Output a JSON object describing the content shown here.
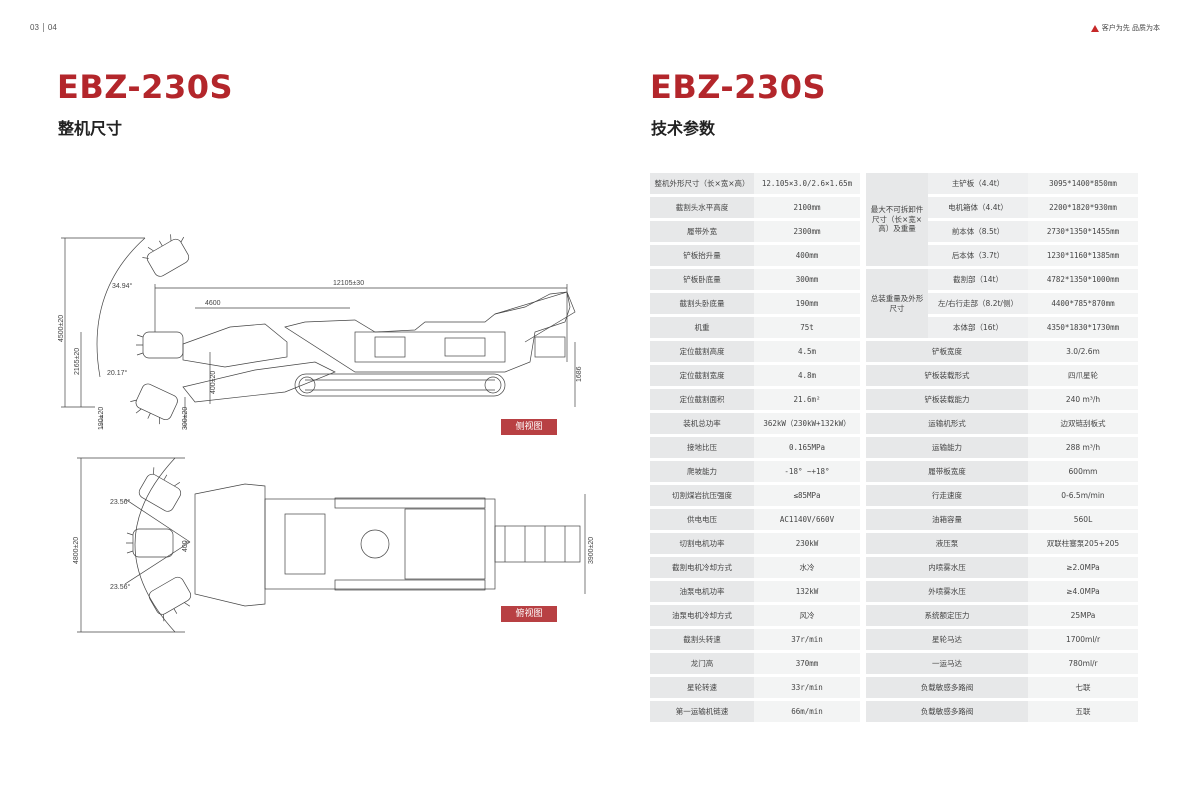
{
  "header": {
    "page_left": "03",
    "page_right": "04",
    "slogan": "客户为先 品质为本"
  },
  "left": {
    "model": "EBZ-230S",
    "subtitle": "整机尺寸",
    "side_view_label": "侧视图",
    "top_view_label": "俯视图",
    "dims": {
      "angle_top": "34.94°",
      "length": "12105±30",
      "boom": "4600",
      "height_total": "4500±20",
      "height_mid": "2165±20",
      "angle_low": "20.17°",
      "h400": "400±20",
      "h190": "190±20",
      "h300": "300±20",
      "h1686": "1686",
      "angle_tv1": "23.56°",
      "angle_tv2": "23.56°",
      "width_total": "4800±20",
      "w400": "400",
      "w3900": "3900±20"
    }
  },
  "right": {
    "model": "EBZ-230S",
    "subtitle": "技术参数",
    "group1": "最大不可拆卸件尺寸（长×宽×高）及重量",
    "group2": "总装重量及外形尺寸",
    "rows_top": [
      {
        "label": "整机外形尺寸（长×宽×高）",
        "value": "12.105×3.0/2.6×1.65m",
        "sub": "主铲板（4.4t）",
        "sval": "3095*1400*850mm"
      },
      {
        "label": "截割头水平高度",
        "value": "2100mm",
        "sub": "电机箱体（4.4t）",
        "sval": "2200*1820*930mm"
      },
      {
        "label": "履带外宽",
        "value": "2300mm",
        "sub": "前本体（8.5t）",
        "sval": "2730*1350*1455mm"
      },
      {
        "label": "铲板抬升量",
        "value": "400mm",
        "sub": "后本体（3.7t）",
        "sval": "1230*1160*1385mm"
      },
      {
        "label": "铲板卧底量",
        "value": "300mm",
        "sub": "截割部（14t）",
        "sval": "4782*1350*1000mm"
      },
      {
        "label": "截割头卧底量",
        "value": "190mm",
        "sub": "左/右行走部（8.2t/侧）",
        "sval": "4400*785*870mm"
      },
      {
        "label": "机重",
        "value": "75t",
        "sub": "本体部（16t）",
        "sval": "4350*1830*1730mm"
      }
    ],
    "rows_bottom": [
      {
        "label": "定位截割高度",
        "value": "4.5m",
        "label2": "铲板宽度",
        "value2": "3.0/2.6m"
      },
      {
        "label": "定位截割宽度",
        "value": "4.8m",
        "label2": "铲板装载形式",
        "value2": "四爪星轮"
      },
      {
        "label": "定位截割面积",
        "value": "21.6m²",
        "label2": "铲板装载能力",
        "value2": "240 m³/h"
      },
      {
        "label": "装机总功率",
        "value": "362kW（230kW+132kW）",
        "label2": "运输机形式",
        "value2": "边双链刮板式"
      },
      {
        "label": "接地比压",
        "value": "0.165MPa",
        "label2": "运输能力",
        "value2": "288 m³/h"
      },
      {
        "label": "爬坡能力",
        "value": "-18° ~+18°",
        "label2": "履带板宽度",
        "value2": "600mm"
      },
      {
        "label": "切割煤岩抗压强度",
        "value": "≤85MPa",
        "label2": "行走速度",
        "value2": "0-6.5m/min"
      },
      {
        "label": "供电电压",
        "value": "AC1140V/660V",
        "label2": "油箱容量",
        "value2": "560L"
      },
      {
        "label": "切割电机功率",
        "value": "230kW",
        "label2": "液压泵",
        "value2": "双联柱塞泵205+205"
      },
      {
        "label": "截割电机冷却方式",
        "value": "水冷",
        "label2": "内喷雾水压",
        "value2": "≥2.0MPa"
      },
      {
        "label": "油泵电机功率",
        "value": "132kW",
        "label2": "外喷雾水压",
        "value2": "≥4.0MPa"
      },
      {
        "label": "油泵电机冷却方式",
        "value": "风冷",
        "label2": "系统额定压力",
        "value2": "25MPa"
      },
      {
        "label": "截割头转速",
        "value": "37r/min",
        "label2": "星轮马达",
        "value2": "1700ml/r"
      },
      {
        "label": "龙门高",
        "value": "370mm",
        "label2": "一运马达",
        "value2": "780ml/r"
      },
      {
        "label": "星轮转速",
        "value": "33r/min",
        "label2": "负载敏感多路阀",
        "value2": "七联"
      },
      {
        "label": "第一运输机链速",
        "value": "66m/min",
        "label2": "负载敏感多路阀",
        "value2": "五联"
      }
    ]
  }
}
